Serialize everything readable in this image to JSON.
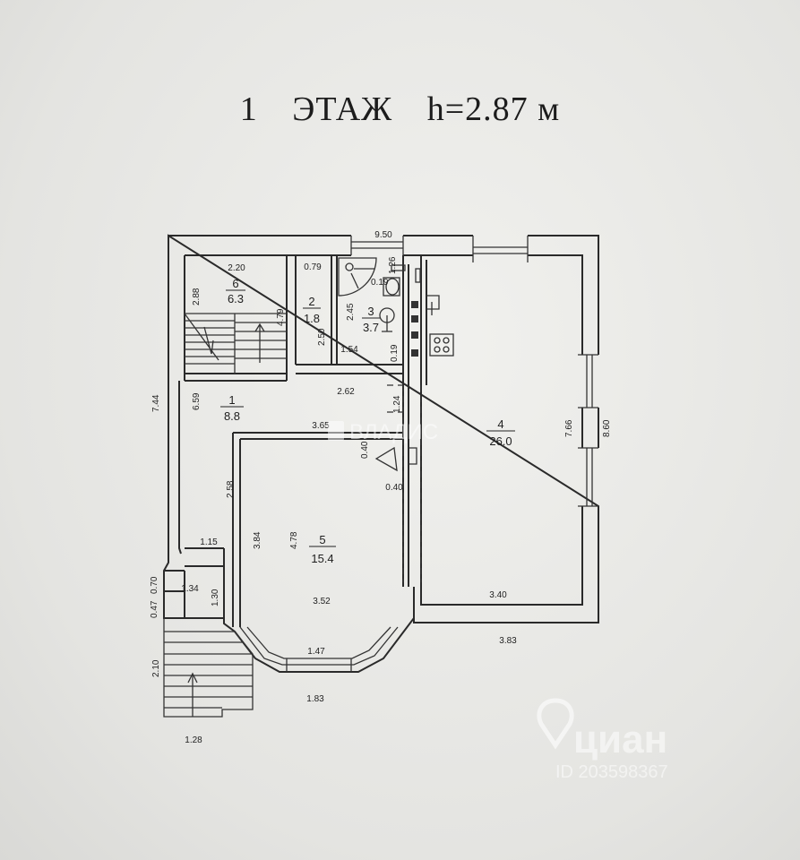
{
  "title": {
    "floor": "1",
    "label": "ЭТАЖ",
    "height": "h=2.87 м"
  },
  "rooms": [
    {
      "num": "1",
      "area": "8.8"
    },
    {
      "num": "2",
      "area": "1.8"
    },
    {
      "num": "3",
      "area": "3.7"
    },
    {
      "num": "4",
      "area": "26.0"
    },
    {
      "num": "5",
      "area": "15.4"
    },
    {
      "num": "6",
      "area": "6.3"
    }
  ],
  "dims": {
    "top_total": "9.50",
    "d_220": "2.20",
    "d_079": "0.79",
    "d_126": "1.26",
    "d_019a": "0.19",
    "d_288": "2.88",
    "d_479": "4.79",
    "d_250": "2.50",
    "d_245": "2.45",
    "d_154": "1.54",
    "d_019b": "0.19",
    "d_262": "2.62",
    "d_744": "7.44",
    "d_659": "6.59",
    "d_124": "1.24",
    "d_365": "3.65",
    "d_040a": "0.40",
    "d_040b": "0.40",
    "d_766": "7.66",
    "d_860": "8.60",
    "d_258": "2.58",
    "d_384": "3.84",
    "d_478": "4.78",
    "d_115": "1.15",
    "d_134": "1.34",
    "d_130": "1.30",
    "d_070": "0.70",
    "d_047": "0.47",
    "d_352": "3.52",
    "d_340": "3.40",
    "d_383": "3.83",
    "d_147": "1.47",
    "d_210": "2.10",
    "d_183": "1.83",
    "d_128": "1.28"
  },
  "watermarks": {
    "center": "ВЛАДИС",
    "brand": "циан",
    "id": "ID 203598367"
  },
  "colors": {
    "paper": "#efefec",
    "ink": "#2a2a2a"
  }
}
